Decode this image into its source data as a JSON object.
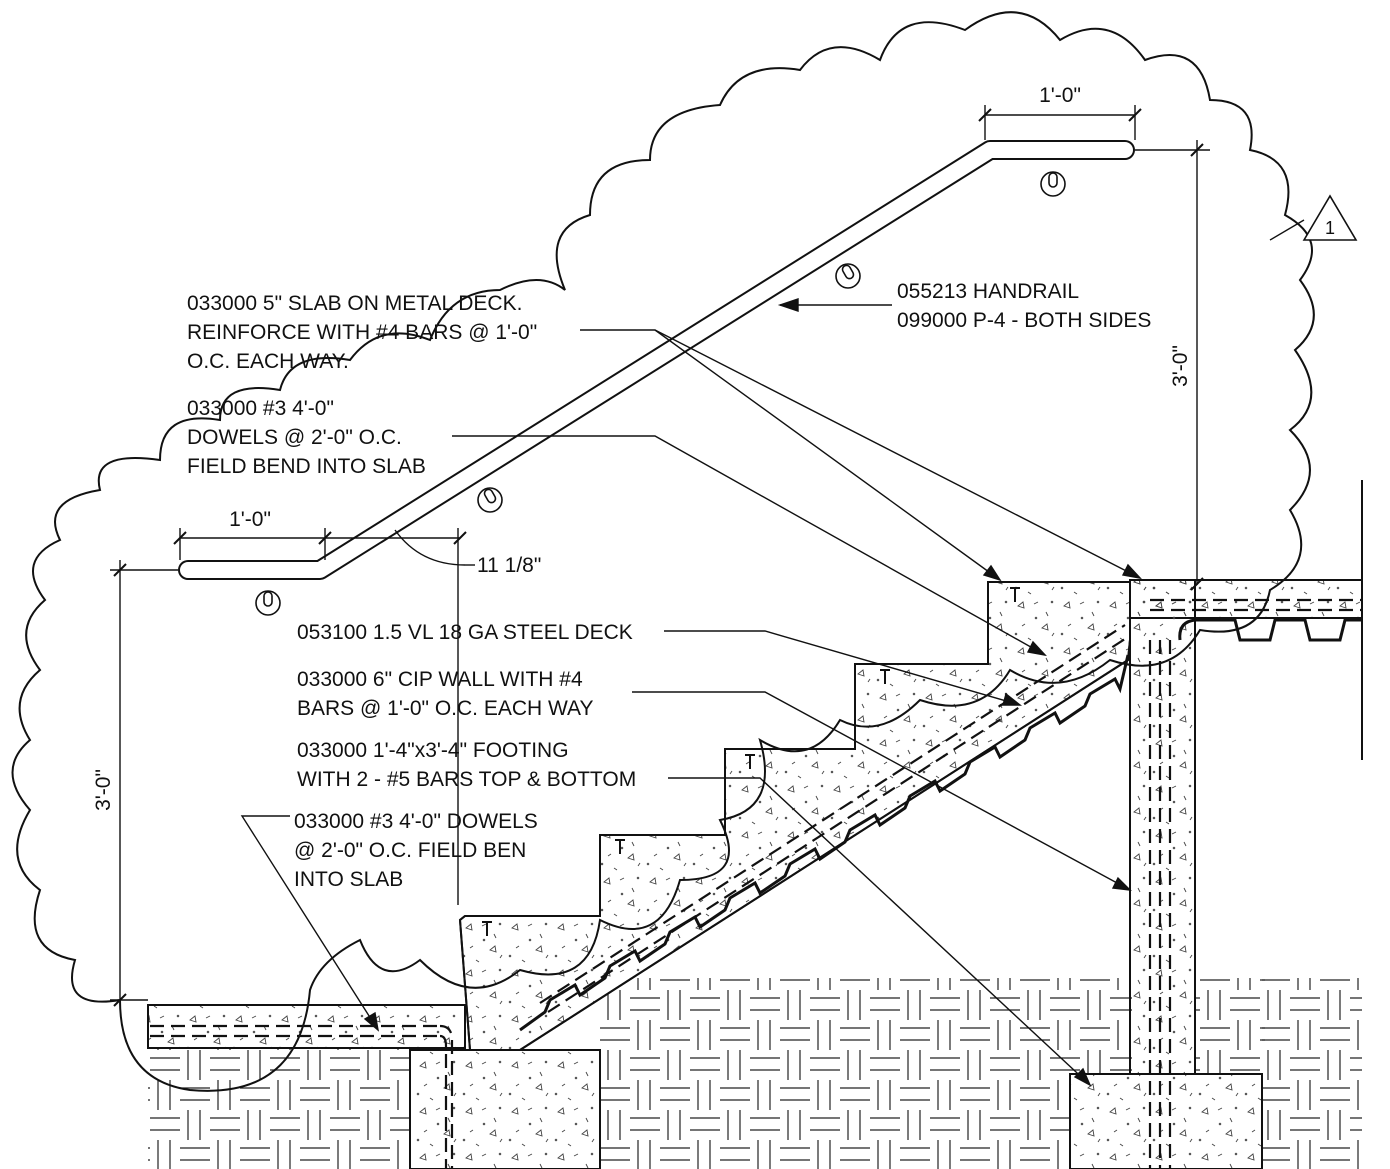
{
  "revision": {
    "number": "1"
  },
  "dimensions": {
    "top_extension": "1'-0\"",
    "bottom_extension": "1'-0\"",
    "rail_height_right": "3'-0\"",
    "rail_height_left": "3'-0\"",
    "riser_offset": "11 1/8\""
  },
  "callouts": {
    "handrail": [
      "055213 HANDRAIL",
      "099000 P-4 - BOTH SIDES"
    ],
    "slab": [
      "033000 5\" SLAB ON METAL DECK.",
      "REINFORCE WITH #4 BARS @ 1'-0\"",
      "O.C. EACH WAY."
    ],
    "dowels_top": [
      "033000 #3 4'-0\"",
      "DOWELS @ 2'-0\" O.C.",
      "FIELD BEND INTO SLAB"
    ],
    "deck": [
      "053100 1.5 VL 18 GA STEEL DECK"
    ],
    "wall": [
      "033000 6\" CIP WALL WITH #4",
      "BARS @ 1'-0\" O.C. EACH WAY"
    ],
    "footing": [
      "033000 1'-4\"x3'-4\" FOOTING",
      "WITH 2 - #5 BARS TOP & BOTTOM"
    ],
    "dowels_bottom": [
      "033000 #3 4'-0\" DOWELS",
      "@ 2'-0\" O.C. FIELD BEN",
      "INTO SLAB"
    ]
  },
  "colors": {
    "ink": "#111111",
    "paper": "#ffffff"
  }
}
